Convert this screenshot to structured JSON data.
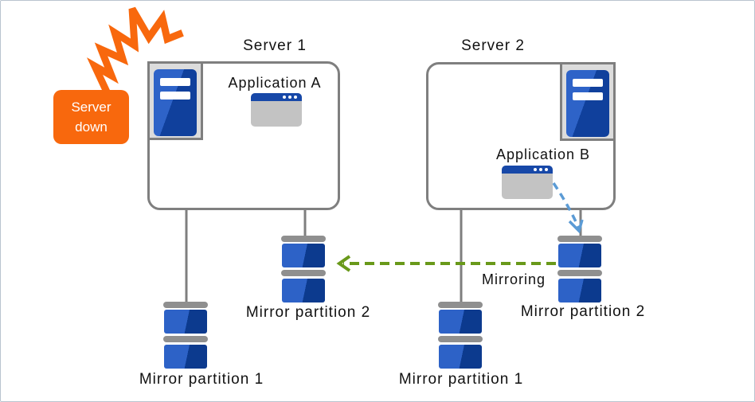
{
  "alert": {
    "text": "Server down"
  },
  "servers": [
    {
      "name": "Server 1",
      "application": "Application A",
      "partitions": [
        "Mirror partition 1",
        "Mirror partition 2"
      ]
    },
    {
      "name": "Server 2",
      "application": "Application B",
      "partitions": [
        "Mirror partition 1",
        "Mirror partition 2"
      ]
    }
  ],
  "mirroring": {
    "label": "Mirroring"
  },
  "icons": {
    "alert_shape": "lightning-crash-icon",
    "server": "server-tower-icon",
    "application": "app-window-icon",
    "partition": "disk-stack-icon",
    "mirroring_arrow": "dashed-arrow-left-icon",
    "write_arrow": "dashed-arrow-down-icon"
  },
  "colors": {
    "alert_orange": "#f8680d",
    "box_border_gray": "#7f7f7f",
    "chip_gray": "#dcdcdc",
    "disk_light_blue": "#2d62c7",
    "disk_dark_blue": "#0c3a8e",
    "window_titlebar_blue": "#1748a8",
    "window_body_gray": "#c3c3c3",
    "mirroring_green": "#69991a",
    "write_arrow_blue": "#5b9bd5",
    "disk_cap_gray": "#8f8f8f"
  }
}
